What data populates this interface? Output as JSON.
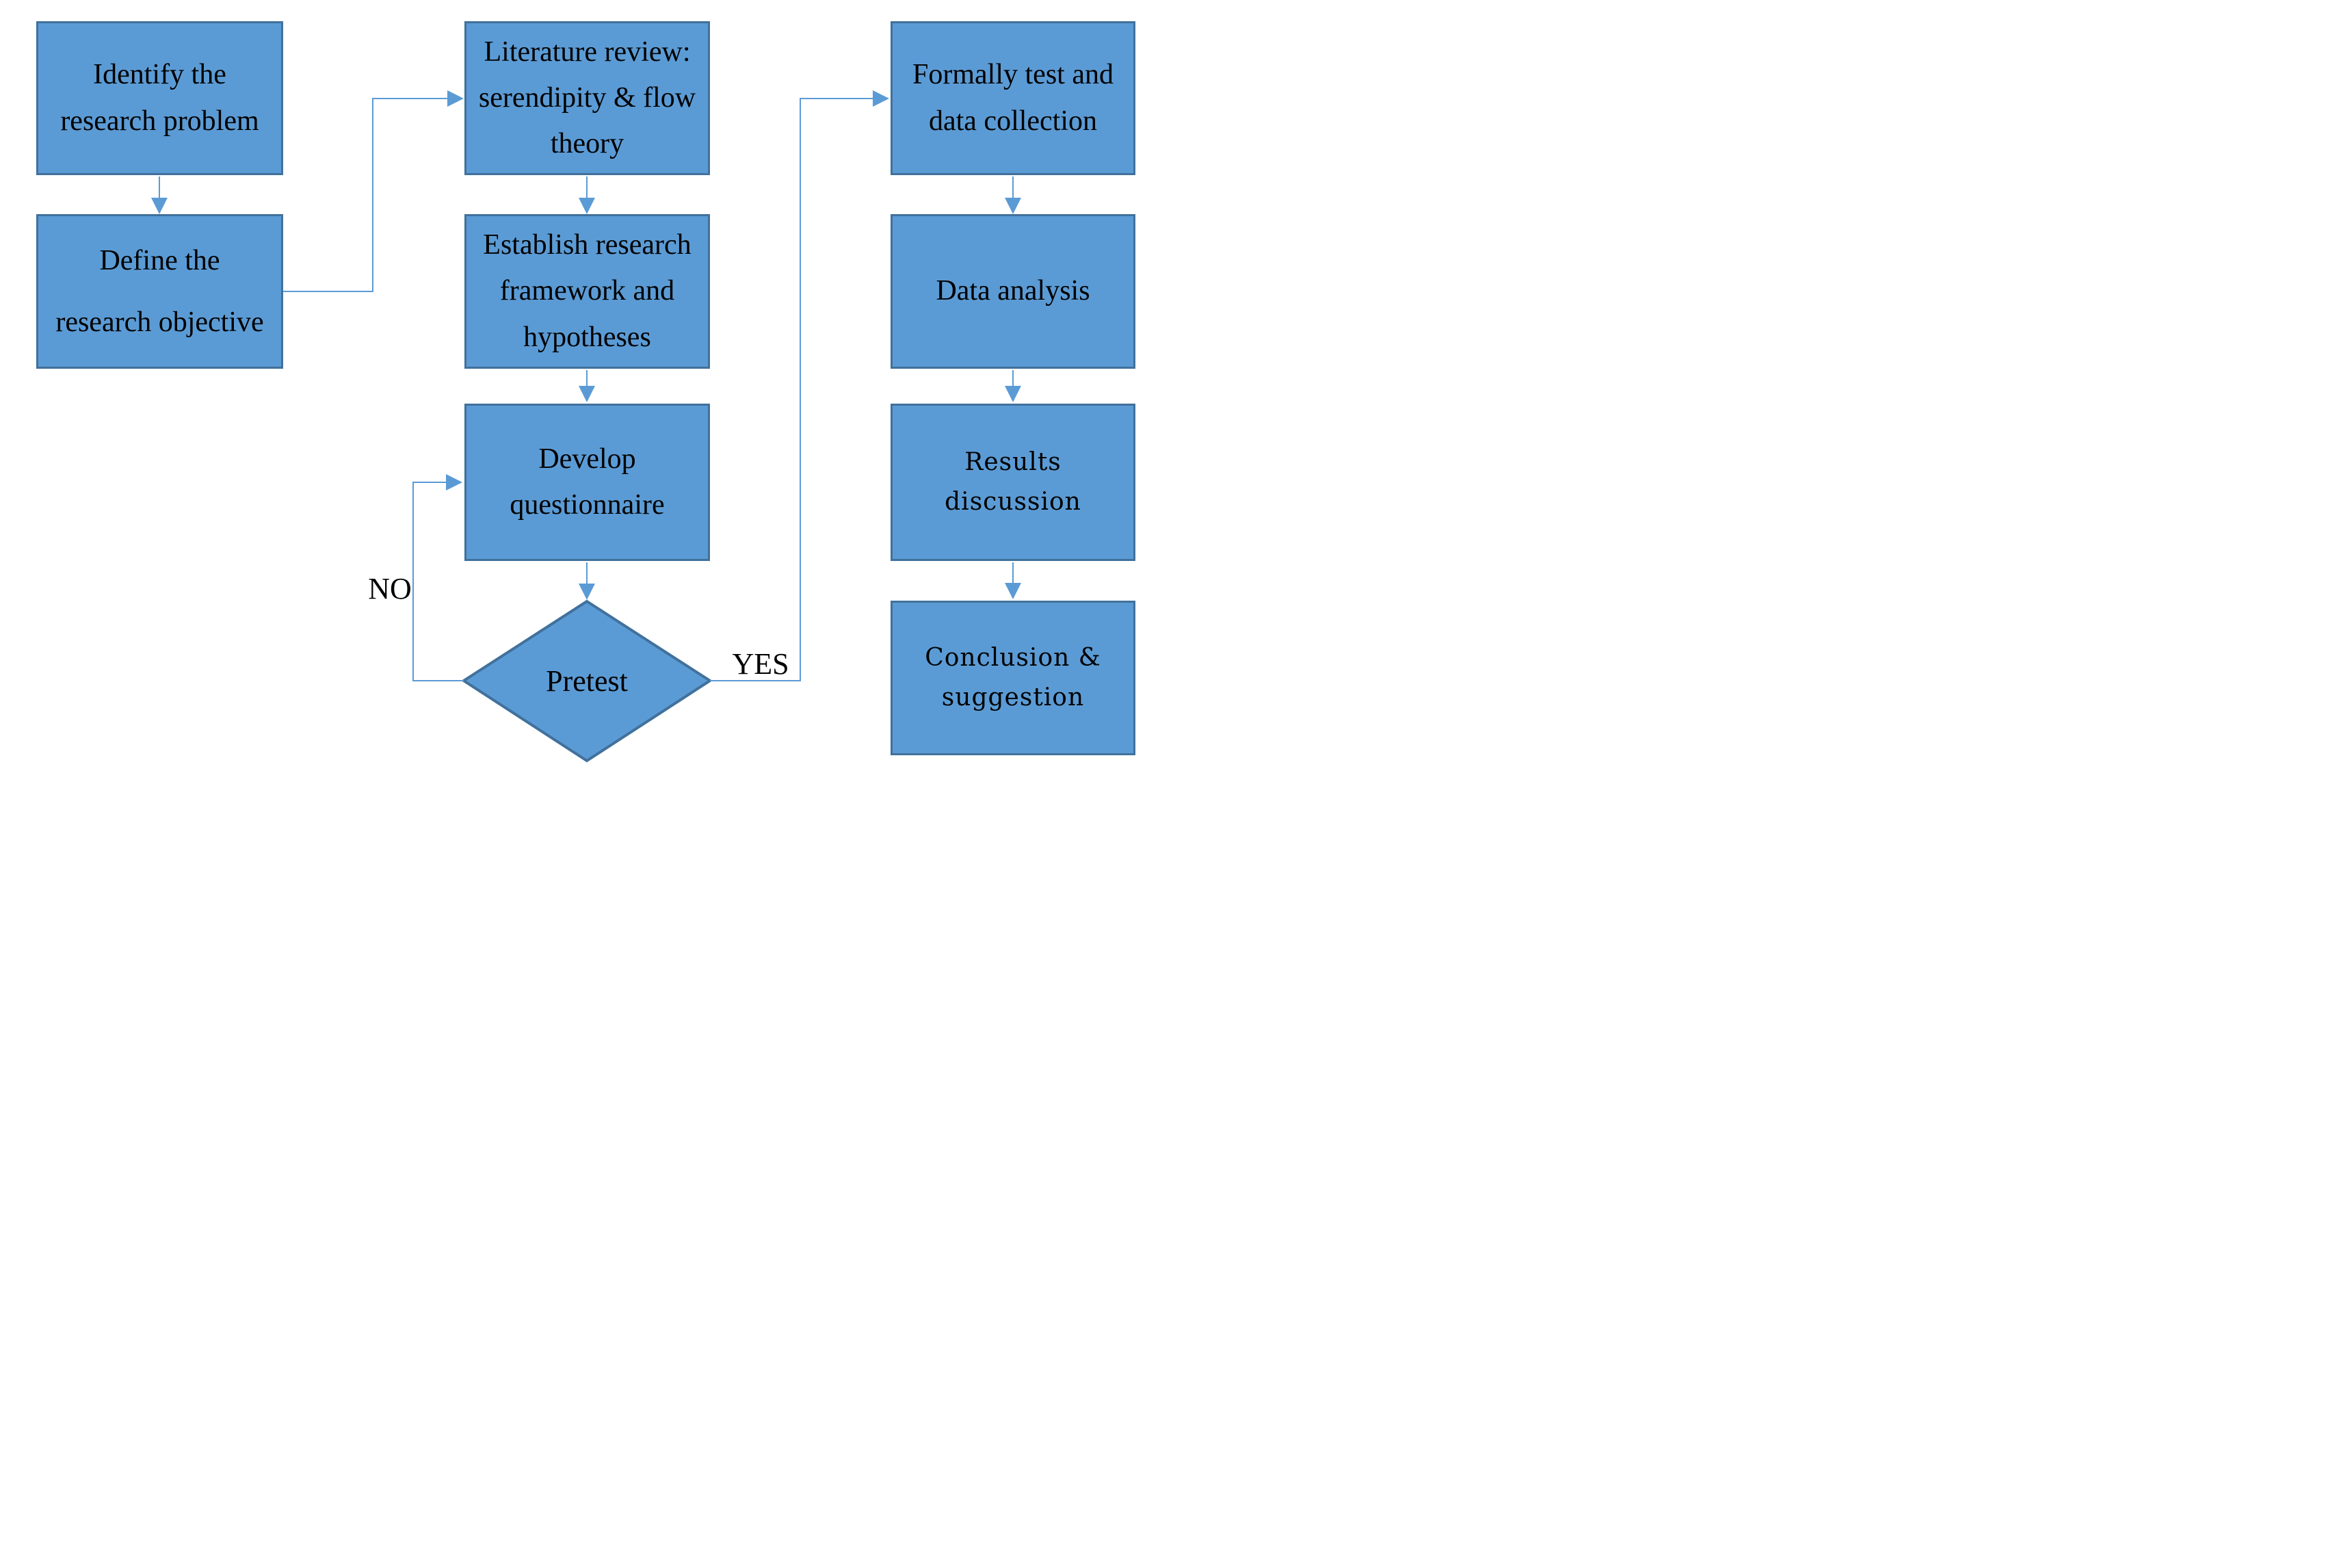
{
  "figure": {
    "type": "flowchart",
    "colors": {
      "node_fill": "#5b9bd5",
      "node_border": "#41719c",
      "connector": "#5b9bd5",
      "label_text": "#000000",
      "background": "#ffffff"
    },
    "nodes": [
      {
        "id": "identify-problem",
        "shape": "rectangle",
        "label": "Identify the\nresearch problem"
      },
      {
        "id": "define-objective",
        "shape": "rectangle",
        "label": "Define the\nresearch objective"
      },
      {
        "id": "literature-review",
        "shape": "rectangle",
        "label": "Literature review:\nserendipity & flow\ntheory"
      },
      {
        "id": "framework-hypotheses",
        "shape": "rectangle",
        "label": "Establish research\nframework and\nhypotheses"
      },
      {
        "id": "develop-questionnaire",
        "shape": "rectangle",
        "label": "Develop\nquestionnaire"
      },
      {
        "id": "pretest",
        "shape": "diamond",
        "label": "Pretest"
      },
      {
        "id": "formal-test",
        "shape": "rectangle",
        "label": "Formally test and\ndata collection"
      },
      {
        "id": "data-analysis",
        "shape": "rectangle",
        "label": "Data analysis"
      },
      {
        "id": "results-discussion",
        "shape": "rectangle",
        "label": "Results discussion"
      },
      {
        "id": "conclusion",
        "shape": "rectangle",
        "label": "Conclusion &\nsuggestion"
      }
    ],
    "edges": [
      {
        "from": "identify-problem",
        "to": "define-objective",
        "label": ""
      },
      {
        "from": "define-objective",
        "to": "literature-review",
        "label": ""
      },
      {
        "from": "literature-review",
        "to": "framework-hypotheses",
        "label": ""
      },
      {
        "from": "framework-hypotheses",
        "to": "develop-questionnaire",
        "label": ""
      },
      {
        "from": "develop-questionnaire",
        "to": "pretest",
        "label": ""
      },
      {
        "from": "pretest",
        "to": "develop-questionnaire",
        "label": "NO"
      },
      {
        "from": "pretest",
        "to": "formal-test",
        "label": "YES"
      },
      {
        "from": "formal-test",
        "to": "data-analysis",
        "label": ""
      },
      {
        "from": "data-analysis",
        "to": "results-discussion",
        "label": ""
      },
      {
        "from": "results-discussion",
        "to": "conclusion",
        "label": ""
      }
    ],
    "edge_labels": {
      "no": "NO",
      "yes": "YES"
    }
  }
}
